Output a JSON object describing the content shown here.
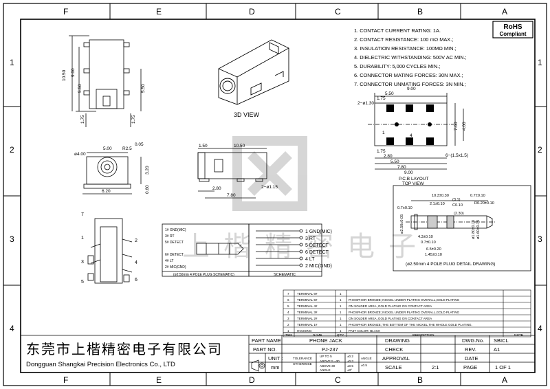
{
  "sheet": {
    "zones_x": [
      "F",
      "E",
      "D",
      "C",
      "B",
      "A"
    ],
    "zones_y": [
      "1",
      "2",
      "3",
      "4"
    ]
  },
  "badge": {
    "line1": "RoHS",
    "line2": "Compliant"
  },
  "notes": [
    "1. CONTACT CURRENT RATING: 1A.",
    "2. CONTACT RESISTANCE: 100 mΩ MAX.;",
    "3. INSULATION RESISTANCE: 100MΩ MIN.;",
    "4. DIELECTRIC WITHSTANDING: 500V AC MIN.;",
    "5. DURABILITY: 5,000 CYCLES MIN.;",
    "6. CONNECTOR MATING FORCES: 30N MAX.;",
    "7. CONNECTOR UNMATING FORCES: 3N MIN.;"
  ],
  "views": {
    "view3d_label": "3D VIEW",
    "pcb_label_1": "P.C.B LAYOUT",
    "pcb_label_2": "TOP VIEW",
    "plug_caption": "(ø2.50mm 4 POLE PLUG DETAIL DRAWING)",
    "plug_schematic_caption": "(ø2.50mm 4 POLE PLUG SCHEMATIC)",
    "schematic_caption": "SCHEMATIC"
  },
  "dims": {
    "front_top": {
      "h_total": "10.50",
      "h_upper": "9.00",
      "h_mid_l": "5.50",
      "h_mid_r": "5.50",
      "h_low_l": "1.75",
      "h_low_r": "1.75"
    },
    "side": {
      "w1": "5.00",
      "d_phi": "ø4.00",
      "r": "R2.5",
      "chamfer": "0.05",
      "h": "3.20",
      "w2": "6.20",
      "h2": "0.60"
    },
    "bottom": {
      "a": "1.50",
      "b": "10.50",
      "c": "2.80",
      "d": "7.80",
      "pin": "2−ø1.15"
    },
    "pcb": {
      "a": "9.00",
      "b": "5.50",
      "c": "1.75",
      "d": "2−ø1.30",
      "e": "7.00",
      "f": "4.00",
      "g": "1.75",
      "h": "2.80",
      "i": "5.50",
      "j": "7.80",
      "k": "9.00",
      "pad": "6−(1.5x1.5)",
      "n1": "1",
      "n2": "4"
    },
    "plug": {
      "a": "10.3±0.30",
      "b": "0.7±0.10",
      "c": "R0.20±0.10",
      "d": "2.1±0.10",
      "e": "(3.1)",
      "f": "C0.10",
      "g": "0.7±0.10",
      "h": "(2.30)",
      "i": "ø2.50±0.05",
      "j": "ø1.80±0.10",
      "k": "ø1.60±0.10",
      "l": "4.3±0.10",
      "m": "0.7±0.10",
      "n": "6.5±0.20",
      "o": "1.45±0.10"
    }
  },
  "plug_schematic": {
    "labels_left": [
      "1# GND(MIC)",
      "3# RT",
      "5# DETECT",
      "6# DETECT",
      "4# LT",
      "2# MIC(GND)"
    ]
  },
  "schematic": {
    "labels": [
      "1 GND(MIC)",
      "3 RT",
      "5 DETECT",
      "6 DETECT",
      "4 LT",
      "2 MIC(GND)"
    ]
  },
  "bom": {
    "rows": [
      {
        "item": "7",
        "name": "TERMINAL 6#",
        "qty": "1",
        "desc": ""
      },
      {
        "item": "6",
        "name": "TERMINAL 5#",
        "qty": "1",
        "desc": "PHOSPHOR BRONZE; NICKEL UNDER PLATING OVERALL,GOLD PLATING"
      },
      {
        "item": "5",
        "name": "TERMINAL 4#",
        "qty": "1",
        "desc": "ON SOLDER AREA ,GOLD PLATING ON CONTACT AREA"
      },
      {
        "item": "4",
        "name": "TERMINAL 3#",
        "qty": "1",
        "desc": "PHOSPHOR BRONZE; NICKEL UNDER PLATING OVERALL,GOLD PLATING"
      },
      {
        "item": "3",
        "name": "TERMINAL 2#",
        "qty": "1",
        "desc": "ON SOLDER AREA ,GOLD PLATING ON CONTACT AREA"
      },
      {
        "item": "2",
        "name": "TERMINAL 1#",
        "qty": "1",
        "desc": "PHOSPHOR BRONZE; THE BOTTOM OF THE NICKEL,THE WHOLE GOLD PLATING."
      },
      {
        "item": "1",
        "name": "HOUSING",
        "qty": "1",
        "desc": "PA6T  COLOR: BLACK"
      }
    ],
    "header": {
      "item": "ITEM",
      "name": "NAME",
      "qty": "Q'TY",
      "desc": "DESCRIPTION",
      "note": "NOTE"
    }
  },
  "company": {
    "cn": "东莞市上楷精密电子有限公司",
    "en": "Dongguan Shangkai Precision Electronics Co., LTD"
  },
  "watermark": {
    "text": "上楷精密电子"
  },
  "title_block": {
    "part_name_label": "PART NAME",
    "part_name": "PHONE JACK",
    "part_no_label": "PART NO.",
    "part_no": "PJ-237",
    "unit_label": "UNIT :",
    "unit": "mm",
    "tol_label_1": "TOLERANCE",
    "tol_label_2": "OTHERWISE",
    "tol_r1": "UP TO 5",
    "tol_v1": "±0.2",
    "tol_r2": "ABOVE 5 ~30",
    "tol_v2": "±0.3",
    "tol_r3": "ABOVE 30",
    "tol_v3": "±0.5",
    "tol_angle_label": "ANGLE",
    "tol_angle": "±3°",
    "angle_label": "ANGLE",
    "angle_val": "±0.5",
    "drawing": "DRAWING",
    "check": "CHECK",
    "approval": "APPROVAL",
    "scale": "SCALE",
    "scale_val": "2:1",
    "dwg_no_label": "DWG.No.",
    "dwg_no": "SBICL",
    "rev_label": "REV.",
    "rev": "A1",
    "date_label": "DATE",
    "date": "",
    "page_label": "PAGE",
    "page": "1 OF 1"
  }
}
